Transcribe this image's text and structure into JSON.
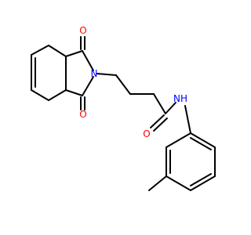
{
  "molecule": {
    "atoms": {
      "O1": {
        "label": "O",
        "color": "#ff0000"
      },
      "O2": {
        "label": "O",
        "color": "#ff0000"
      },
      "N1": {
        "label": "N",
        "color": "#0000ff"
      },
      "O3": {
        "label": "O",
        "color": "#ff0000"
      },
      "NH": {
        "label": "NH",
        "color": "#0000ff"
      }
    },
    "bond_color": "#000000"
  }
}
